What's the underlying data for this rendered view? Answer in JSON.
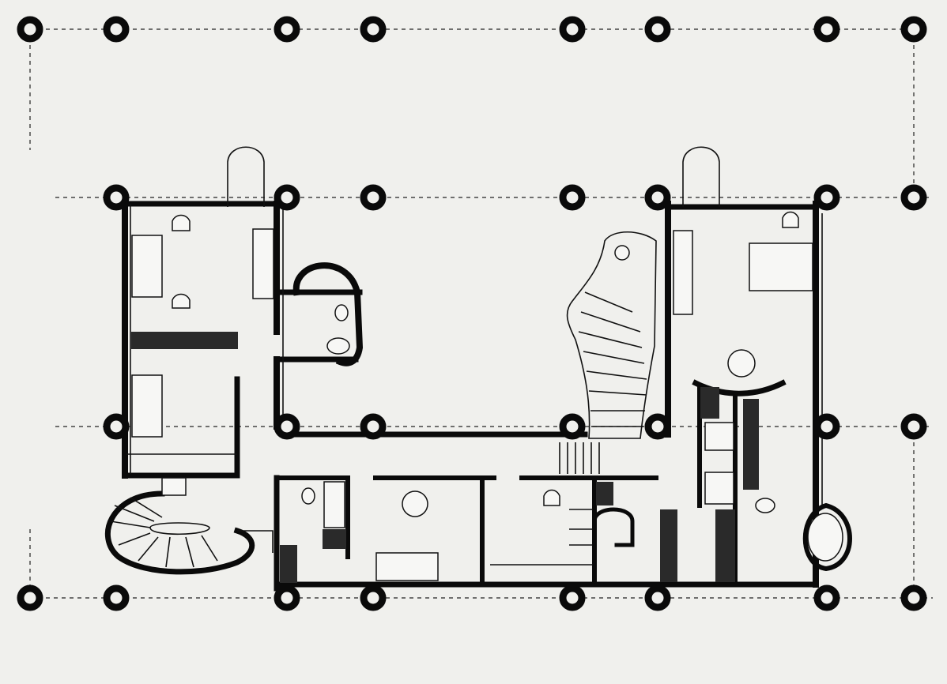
{
  "drawing": {
    "kind": "architectural floor plan",
    "colors": {
      "paper": "#f0f0ed",
      "ink": "#0a0a0a"
    },
    "column_grid": {
      "rows": 4,
      "cols": 8
    },
    "icons": [
      "column-icon",
      "bathtub-icon",
      "toilet-icon",
      "sink-icon",
      "bed-icon",
      "spiral-stair-icon",
      "curved-ramp-stair-icon",
      "round-table-icon"
    ]
  }
}
